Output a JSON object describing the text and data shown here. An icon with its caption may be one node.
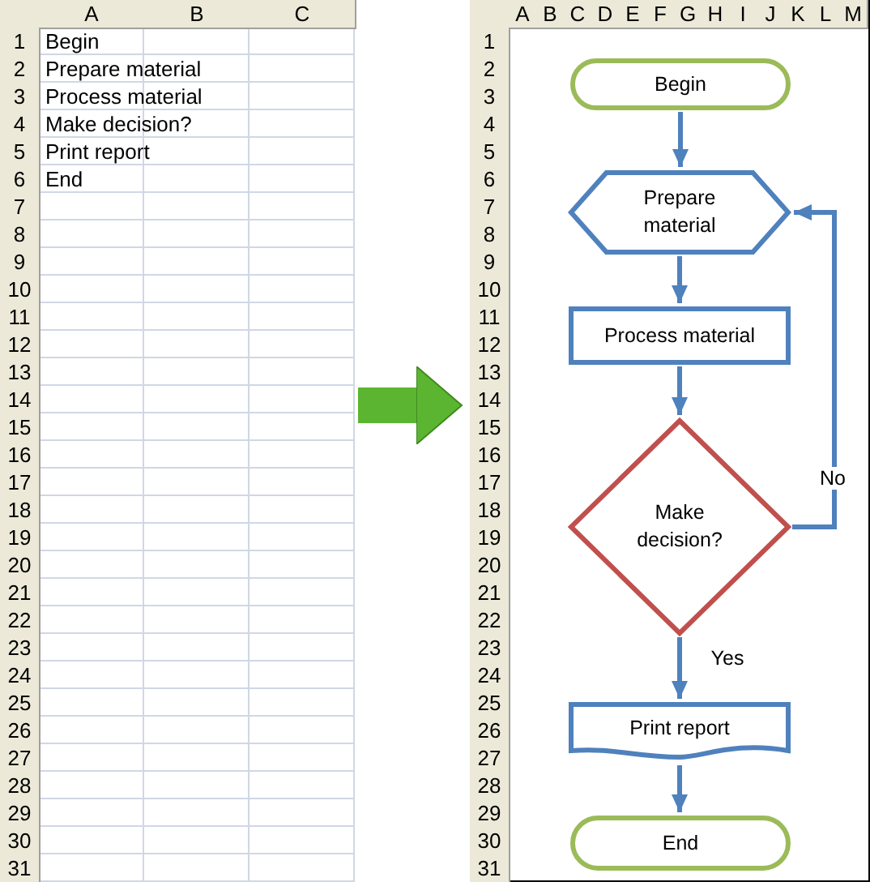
{
  "diagram": {
    "nodes": [
      {
        "text": [
          "Begin",
          "Prepare material",
          "Process material",
          "Make decision?",
          "Print report",
          "End"
        ]
      },
      {
        "text": [],
        "shape": "box"
      },
      {
        "text": [
          "Begin"
        ],
        "in": 1
      },
      {
        "text": [
          "Prepare material"
        ],
        "in": 1
      },
      {
        "text": [
          "Process material"
        ],
        "in": 1
      },
      {
        "text": [
          "Make decision?"
        ],
        "in": 1
      },
      {
        "text": [
          "Print report"
        ],
        "in": 1
      },
      {
        "text": [
          "End"
        ],
        "in": 1
      }
    ],
    "edges": [
      {
        "from": 0,
        "to": 1,
        "arrow": "to",
        "style": "thick",
        "color": "#5cb531"
      },
      {
        "from": 2,
        "to": 3,
        "arrow": "to"
      },
      {
        "from": 3,
        "to": 4,
        "arrow": "to"
      },
      {
        "from": 4,
        "to": 5,
        "arrow": "to"
      },
      {
        "from": 5,
        "to": 6,
        "arrow": "to",
        "label": "Yes"
      },
      {
        "from": 6,
        "to": 7,
        "arrow": "to"
      },
      {
        "from": 5,
        "to": 3,
        "arrow": "to",
        "label": "No"
      }
    ],
    "labels": [
      "A",
      "B",
      "C",
      "1",
      "2",
      "3",
      "4",
      "5",
      "6",
      "7",
      "8",
      "9",
      "10",
      "11",
      "12",
      "13",
      "14",
      "15",
      "16",
      "17",
      "18",
      "19",
      "20",
      "21",
      "22",
      "23",
      "24",
      "25",
      "26",
      "27",
      "28",
      "29",
      "30",
      "31",
      "A",
      "B",
      "C",
      "D",
      "E",
      "F",
      "G",
      "H",
      "I",
      "J",
      "K",
      "L",
      "M",
      "1",
      "2",
      "3",
      "4",
      "5",
      "6",
      "7",
      "8",
      "9",
      "10",
      "11",
      "12",
      "13",
      "14",
      "15",
      "16",
      "17",
      "18",
      "19",
      "20",
      "21",
      "22",
      "23",
      "24",
      "25",
      "26",
      "27",
      "28",
      "29",
      "30",
      "31"
    ]
  }
}
